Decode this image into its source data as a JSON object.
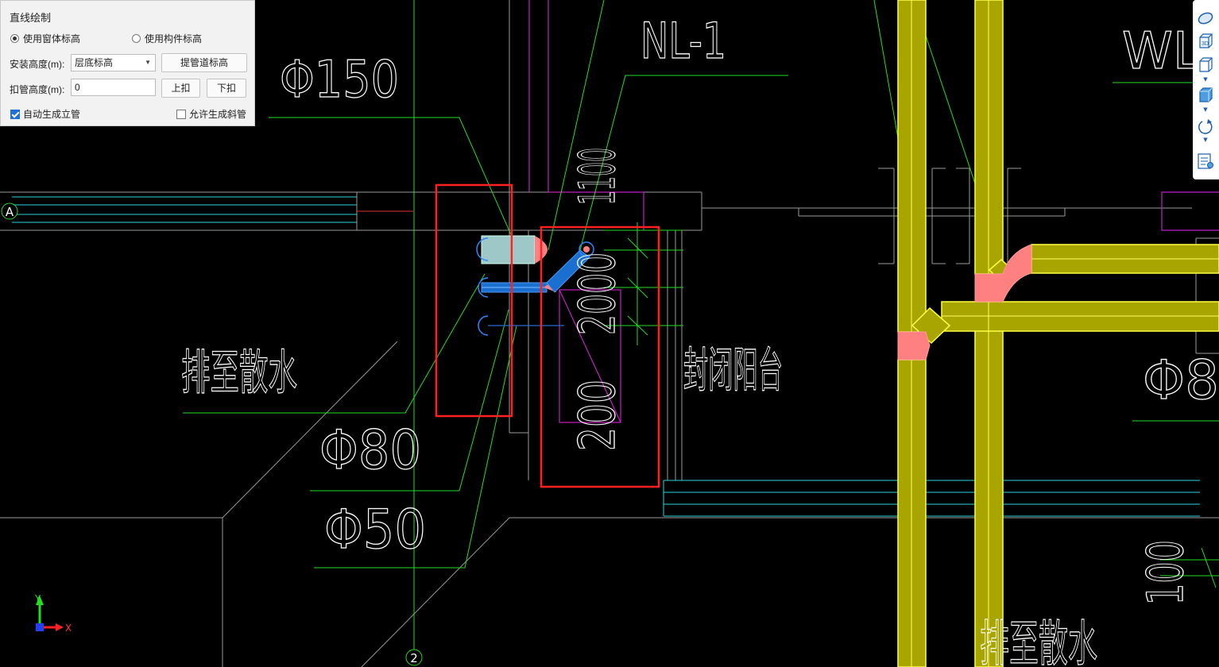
{
  "panel": {
    "title": "直线绘制",
    "radio_window": "使用窗体标高",
    "radio_component": "使用构件标高",
    "install_height_label": "安装高度(m):",
    "install_height_value": "层底标高",
    "pipe_top_button": "提管道标高",
    "deduct_height_label": "扣管高度(m):",
    "deduct_height_value": "0",
    "up_button": "上扣",
    "down_button": "下扣",
    "auto_riser_label": "自动生成立管",
    "auto_riser_checked": true,
    "allow_slope_label": "允许生成斜管",
    "allow_slope_checked": false,
    "selected_radio": "window"
  },
  "drawing": {
    "texts": {
      "phi150": "Φ150",
      "nl1": "NL-1",
      "wl": "WL-",
      "phi80": "Φ80",
      "phi50": "Φ50",
      "phi8": "Φ8",
      "drain_left": "排至散水",
      "drain_right": "排至散水",
      "closed_balcony": "封闭阳台",
      "dim_1100": "1100",
      "dim_2000": "2000",
      "dim_200": "200",
      "dim_100": "100",
      "axis_a": "A",
      "axis_2": "2"
    },
    "colors": {
      "background": "#000000",
      "green_leader": "#22dd22",
      "cyan": "#2ad5e0",
      "magenta": "#c020c0",
      "red_box": "#ff2020",
      "yellow_duct": "#a8a400",
      "pink_fitting": "#ff8080",
      "blue_pipe": "#1a6fd0",
      "grey_line": "#9a9a9a"
    }
  },
  "ucs": {
    "x_label": "X",
    "y_label": "Y"
  },
  "toolbar": {
    "icons": [
      "orbit-icon",
      "view-3d-icon",
      "box-wireframe-icon",
      "box-solid-icon",
      "rotate-icon",
      "layer-list-icon"
    ]
  }
}
